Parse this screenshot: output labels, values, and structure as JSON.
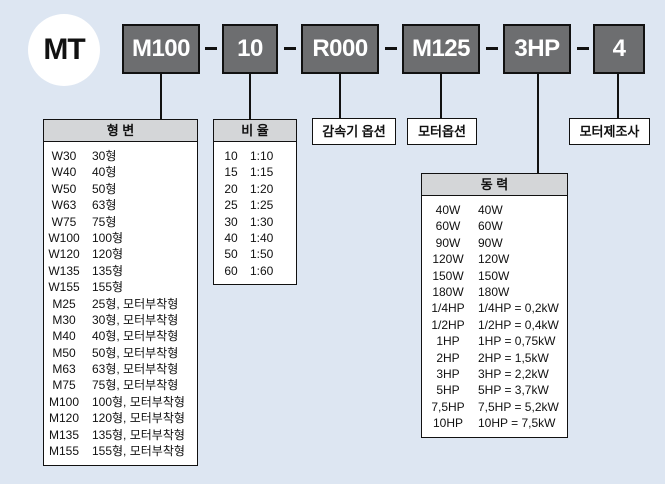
{
  "prefix": "MT",
  "codes": [
    "M100",
    "10",
    "R000",
    "M125",
    "3HP",
    "4"
  ],
  "frame": {
    "title": "형 변",
    "rows": [
      [
        "W30",
        "30형"
      ],
      [
        "W40",
        "40형"
      ],
      [
        "W50",
        "50형"
      ],
      [
        "W63",
        "63형"
      ],
      [
        "W75",
        "75형"
      ],
      [
        "W100",
        "100형"
      ],
      [
        "W120",
        "120형"
      ],
      [
        "W135",
        "135형"
      ],
      [
        "W155",
        "155형"
      ],
      [
        "M25",
        "25형, 모터부착형"
      ],
      [
        "M30",
        "30형, 모터부착형"
      ],
      [
        "M40",
        "40형, 모터부착형"
      ],
      [
        "M50",
        "50형, 모터부착형"
      ],
      [
        "M63",
        "63형, 모터부착형"
      ],
      [
        "M75",
        "75형, 모터부착형"
      ],
      [
        "M100",
        "100형, 모터부착형"
      ],
      [
        "M120",
        "120형, 모터부착형"
      ],
      [
        "M135",
        "135형, 모터부착형"
      ],
      [
        "M155",
        "155형, 모터부착형"
      ]
    ]
  },
  "ratio": {
    "title": "비 율",
    "rows": [
      [
        "10",
        "1:10"
      ],
      [
        "15",
        "1:15"
      ],
      [
        "20",
        "1:20"
      ],
      [
        "25",
        "1:25"
      ],
      [
        "30",
        "1:30"
      ],
      [
        "40",
        "1:40"
      ],
      [
        "50",
        "1:50"
      ],
      [
        "60",
        "1:60"
      ]
    ]
  },
  "labels": {
    "reducer_option": "감속기 옵션",
    "motor_option": "모터옵션",
    "motor_maker": "모터제조사"
  },
  "power": {
    "title": "동 력",
    "rows": [
      [
        "40W",
        "40W"
      ],
      [
        "60W",
        "60W"
      ],
      [
        "90W",
        "90W"
      ],
      [
        "120W",
        "120W"
      ],
      [
        "150W",
        "150W"
      ],
      [
        "180W",
        "180W"
      ],
      [
        "1/4HP",
        "1/4HP = 0,2kW"
      ],
      [
        "1/2HP",
        "1/2HP = 0,4kW"
      ],
      [
        "1HP",
        "1HP = 0,75kW"
      ],
      [
        "2HP",
        "2HP = 1,5kW"
      ],
      [
        "3HP",
        "3HP = 2,2kW"
      ],
      [
        "5HP",
        "5HP = 3,7kW"
      ],
      [
        "7,5HP",
        "7,5HP = 5,2kW"
      ],
      [
        "10HP",
        "10HP = 7,5kW"
      ]
    ]
  }
}
